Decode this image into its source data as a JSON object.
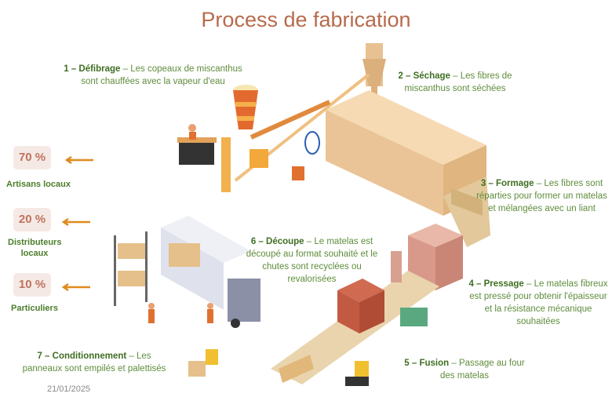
{
  "title": "Process de fabrication",
  "steps": [
    {
      "num": "1 – Défibrage",
      "text": " – Les copeaux de miscanthus sont chauffées avec la vapeur d'eau"
    },
    {
      "num": "2 – Séchage",
      "text": " – Les fibres de miscanthus sont séchées"
    },
    {
      "num": "3 – Formage",
      "text": " – Les fibres sont réparties pour former un matelas et mélangées avec un liant"
    },
    {
      "num": "4 – Pressage",
      "text": " – Le matelas fibreux est pressé pour obtenir l'épaisseur et la résistance mécanique souhaitées"
    },
    {
      "num": "5 – Fusion",
      "text": " – Passage au four des matelas"
    },
    {
      "num": "6 – Découpe",
      "text": " – Le matelas est découpé au format souhaité et le chutes sont recyclées ou revalorisées"
    },
    {
      "num": "7 – Conditionnement",
      "text": " – Les panneaux sont empilés et palettisés"
    }
  ],
  "distribution": [
    {
      "percent": "70 %",
      "label": "Artisans locaux",
      "value": 70
    },
    {
      "percent": "20 %",
      "label": "Distributeurs locaux",
      "value": 20
    },
    {
      "percent": "10 %",
      "label": "Particuliers",
      "value": 10
    }
  ],
  "date": "21/01/2025",
  "colors": {
    "title": "#b86a4c",
    "green": "#3f6e22",
    "arrow": "#e08a1e",
    "machine": "#f1cfa3"
  }
}
